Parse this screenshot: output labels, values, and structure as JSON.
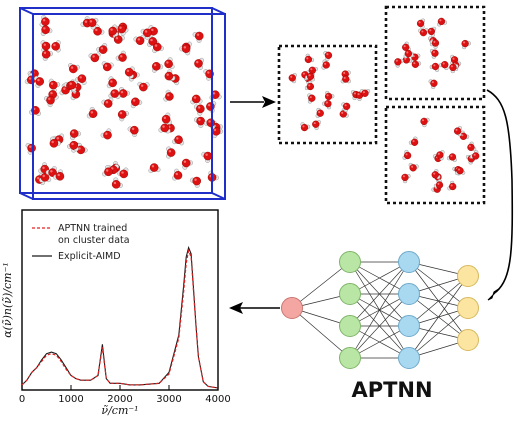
{
  "network_label": "APTNN",
  "spectrum": {
    "ylabel": "α(ν̃)n(ν̃)/cm⁻¹",
    "xlabel": "ν̃/cm⁻¹",
    "legend": {
      "entry1_line1": "APTNN trained",
      "entry1_line2": "on cluster data",
      "entry2": "Explicit-AIMD"
    },
    "series_colors": {
      "aptnn": "#e02020",
      "aimd": "#1a1a1a"
    }
  },
  "chart_data": {
    "type": "line",
    "xlabel": "ν̃/cm⁻¹",
    "ylabel": "α(ν̃)n(ν̃)/cm⁻¹",
    "xlim": [
      0,
      4000
    ],
    "ylim": [
      0,
      1
    ],
    "x_ticks": [
      "0",
      "1000",
      "2000",
      "3000",
      "4000"
    ],
    "series": [
      {
        "name": "APTNN trained on cluster data",
        "color": "#e02020",
        "x": [
          0,
          100,
          200,
          300,
          400,
          500,
          600,
          700,
          800,
          900,
          1000,
          1100,
          1200,
          1400,
          1550,
          1600,
          1640,
          1680,
          1720,
          1800,
          2000,
          2200,
          2400,
          2800,
          3000,
          3200,
          3300,
          3350,
          3400,
          3450,
          3500,
          3550,
          3600,
          3700,
          3800,
          4000
        ],
        "y": [
          0.02,
          0.05,
          0.1,
          0.13,
          0.17,
          0.21,
          0.22,
          0.21,
          0.17,
          0.12,
          0.08,
          0.06,
          0.05,
          0.05,
          0.08,
          0.18,
          0.26,
          0.16,
          0.06,
          0.03,
          0.03,
          0.02,
          0.02,
          0.03,
          0.09,
          0.32,
          0.62,
          0.8,
          0.88,
          0.84,
          0.62,
          0.4,
          0.2,
          0.04,
          0.01,
          0.0
        ]
      },
      {
        "name": "Explicit-AIMD",
        "color": "#1a1a1a",
        "x": [
          0,
          100,
          200,
          300,
          400,
          500,
          600,
          700,
          800,
          900,
          1000,
          1100,
          1200,
          1400,
          1550,
          1600,
          1640,
          1680,
          1720,
          1800,
          2000,
          2200,
          2400,
          2800,
          3000,
          3200,
          3300,
          3350,
          3400,
          3450,
          3500,
          3550,
          3600,
          3700,
          3800,
          4000
        ],
        "y": [
          0.02,
          0.05,
          0.1,
          0.13,
          0.18,
          0.22,
          0.23,
          0.22,
          0.18,
          0.13,
          0.08,
          0.06,
          0.05,
          0.05,
          0.08,
          0.19,
          0.28,
          0.17,
          0.06,
          0.03,
          0.03,
          0.02,
          0.02,
          0.03,
          0.1,
          0.34,
          0.66,
          0.84,
          0.9,
          0.86,
          0.64,
          0.41,
          0.2,
          0.04,
          0.01,
          0.0
        ]
      }
    ]
  }
}
